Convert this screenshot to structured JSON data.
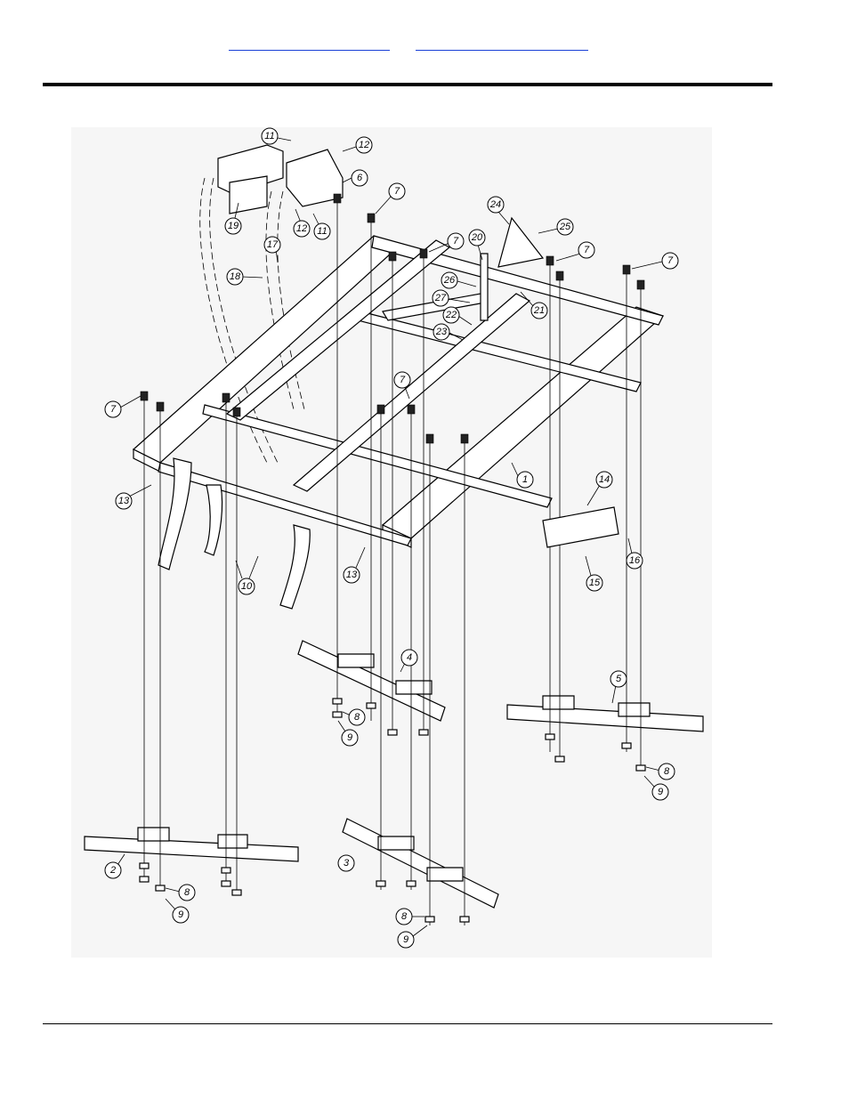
{
  "links": {
    "link_1": "",
    "link_2": ""
  },
  "callouts": [
    {
      "n": "1"
    },
    {
      "n": "2"
    },
    {
      "n": "3"
    },
    {
      "n": "4"
    },
    {
      "n": "5"
    },
    {
      "n": "6"
    },
    {
      "n": "7"
    },
    {
      "n": "7"
    },
    {
      "n": "7"
    },
    {
      "n": "7"
    },
    {
      "n": "7"
    },
    {
      "n": "7"
    },
    {
      "n": "8"
    },
    {
      "n": "8"
    },
    {
      "n": "8"
    },
    {
      "n": "8"
    },
    {
      "n": "9"
    },
    {
      "n": "9"
    },
    {
      "n": "9"
    },
    {
      "n": "9"
    },
    {
      "n": "10"
    },
    {
      "n": "11"
    },
    {
      "n": "11"
    },
    {
      "n": "12"
    },
    {
      "n": "12"
    },
    {
      "n": "13"
    },
    {
      "n": "13"
    },
    {
      "n": "14"
    },
    {
      "n": "15"
    },
    {
      "n": "16"
    },
    {
      "n": "17"
    },
    {
      "n": "18"
    },
    {
      "n": "19"
    },
    {
      "n": "20"
    },
    {
      "n": "21"
    },
    {
      "n": "22"
    },
    {
      "n": "23"
    },
    {
      "n": "24"
    },
    {
      "n": "25"
    },
    {
      "n": "26"
    },
    {
      "n": "27"
    }
  ]
}
